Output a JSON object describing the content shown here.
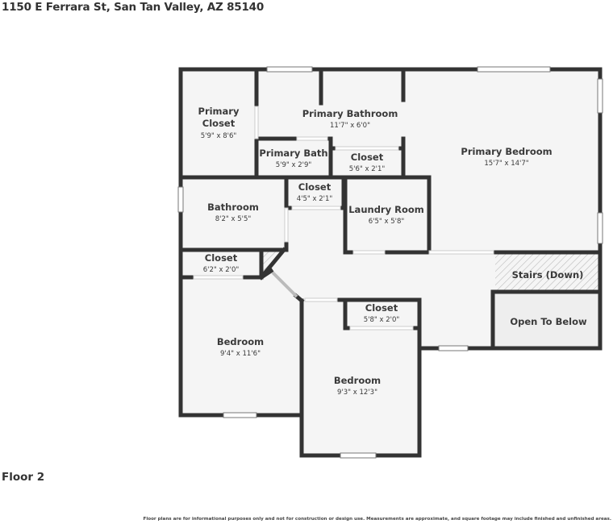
{
  "header": {
    "address": "1150 E Ferrara St, San Tan Valley, AZ 85140"
  },
  "floor": {
    "label": "Floor 2"
  },
  "footer": {
    "disclaimer": "Floor plans are for informational purposes only and not for construction or design use. Measurements are approximate, and square footage may include finished and unfinished areas."
  },
  "colors": {
    "wall": "#333333",
    "floor": "#f5f5f5",
    "open_to_below": "#eeeeee",
    "background": "#ffffff"
  },
  "rooms": [
    {
      "name": "Primary",
      "name2": "Closet",
      "dims": "5'9\" x 8'6\""
    },
    {
      "name": "Primary Bathroom",
      "dims": "11'7\" x 6'0\""
    },
    {
      "name": "Primary Bath",
      "dims": "5'9\" x 2'9\""
    },
    {
      "name": "Closet",
      "dims": "5'6\" x 2'1\""
    },
    {
      "name": "Primary Bedroom",
      "dims": "15'7\" x 14'7\""
    },
    {
      "name": "Bathroom",
      "dims": "8'2\" x 5'5\""
    },
    {
      "name": "Closet",
      "dims": "4'5\" x 2'1\""
    },
    {
      "name": "Laundry Room",
      "dims": "6'5\" x 5'8\""
    },
    {
      "name": "Closet",
      "dims": "6'2\" x 2'0\""
    },
    {
      "name": "Stairs (Down)"
    },
    {
      "name": "Closet",
      "dims": "5'8\" x 2'0\""
    },
    {
      "name": "Open To Below"
    },
    {
      "name": "Bedroom",
      "dims": "9'4\" x 11'6\""
    },
    {
      "name": "Bedroom",
      "dims": "9'3\" x 12'3\""
    }
  ]
}
